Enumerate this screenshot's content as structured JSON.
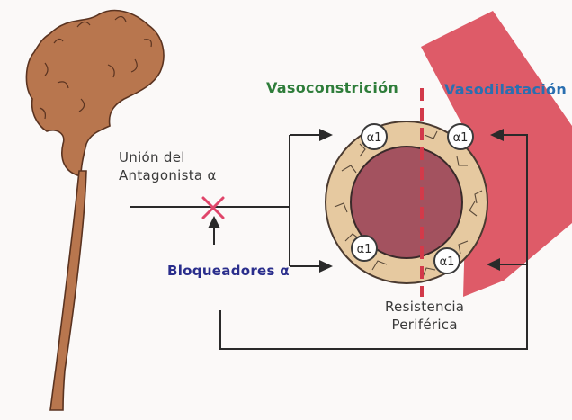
{
  "labels": {
    "vasoconstriction": "Vasoconstrición",
    "vasodilation": "Vasodilatación",
    "antagonist_union": "Unión del\nAntagonista α",
    "blockers": "Bloqueadores α",
    "peripheral_resistance": "Resistencia\nPeriférica"
  },
  "receptors": [
    "α1",
    "α1",
    "α1",
    "α1"
  ],
  "colors": {
    "neuron": "#b8764e",
    "neuron_edge": "#5a3320",
    "vessel_band": "#d8404f",
    "lumen": "#a3525f",
    "wall": "#e6c9a0",
    "line": "#2a2a2a",
    "dashed_line": "#d23a4a",
    "block_x": "#e0456a",
    "vasoconstriction_text": "#2e7d3a",
    "vasodilation_text": "#2a6fb0",
    "blockers_text": "#2a2e8c",
    "text": "#3a3a3a"
  }
}
